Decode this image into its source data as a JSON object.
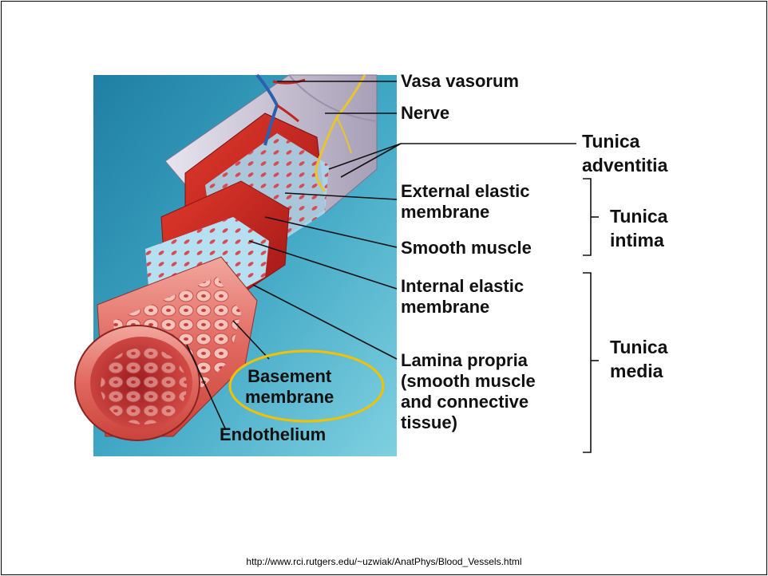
{
  "diagram": {
    "labels": {
      "vasa_vasorum": "Vasa vasorum",
      "nerve": "Nerve",
      "tunica_adventitia": "Tunica\nadventitia",
      "external_elastic_membrane": "External elastic\nmembrane",
      "smooth_muscle": "Smooth muscle",
      "tunica_intima": "Tunica\nintima",
      "internal_elastic_membrane": "Internal elastic\nmembrane",
      "lamina_propria": "Lamina propria\n(smooth muscle\nand connective\ntissue)",
      "tunica_media": "Tunica\nmedia",
      "basement_membrane": "Basement\nmembrane",
      "endothelium": "Endothelium"
    },
    "highlight_color": "#f2c200",
    "background_color": "#2f8fb0"
  },
  "footer": {
    "source_url": "http://www.rci.rutgers.edu/~uzwiak/AnatPhys/Blood_Vessels.html"
  }
}
